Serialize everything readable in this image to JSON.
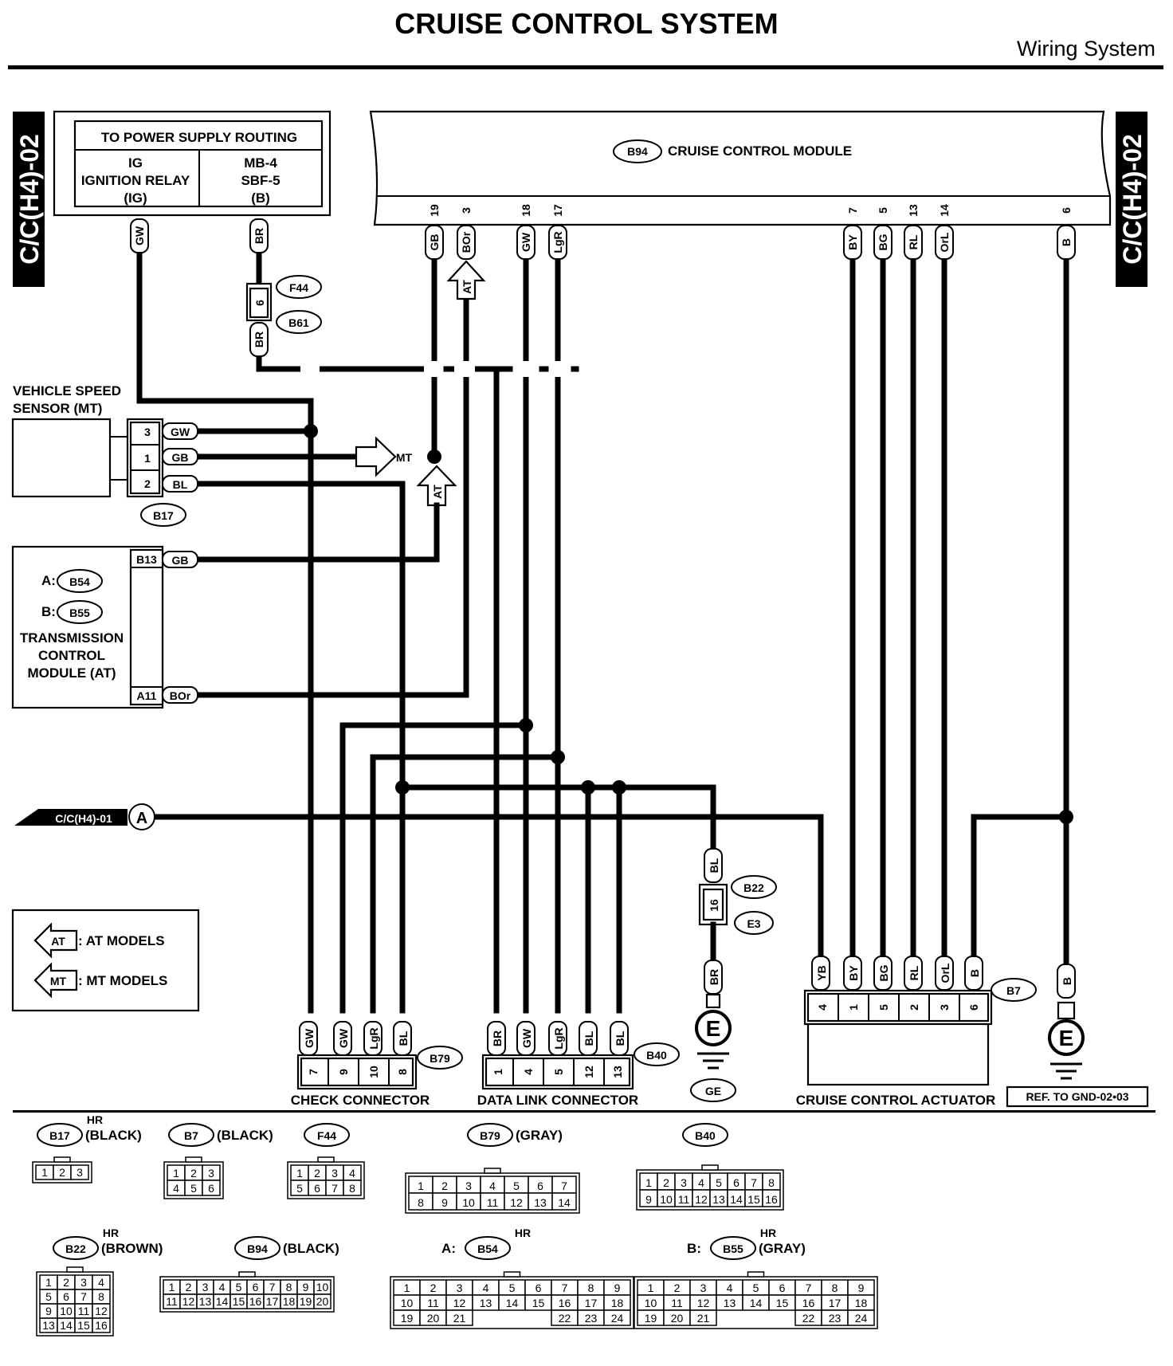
{
  "header": {
    "title": "CRUISE CONTROL SYSTEM",
    "subtitle": "Wiring System"
  },
  "tabs": {
    "left": "C/C(H4)-02",
    "right": "C/C(H4)-02"
  },
  "power": {
    "title": "TO POWER SUPPLY ROUTING",
    "ig_line1": "IG",
    "ig_line2": "IGNITION RELAY",
    "ig_line3": "(IG)",
    "mb_line1": "MB-4",
    "mb_line2": "SBF-5",
    "mb_line3": "(B)"
  },
  "module": {
    "id": "B94",
    "name": "CRUISE CONTROL MODULE"
  },
  "module_pins": [
    {
      "pin": "19",
      "wire": "GB"
    },
    {
      "pin": "3",
      "wire": "BOr"
    },
    {
      "pin": "18",
      "wire": "GW"
    },
    {
      "pin": "17",
      "wire": "LgR"
    },
    {
      "pin": "7",
      "wire": "BY"
    },
    {
      "pin": "5",
      "wire": "BG"
    },
    {
      "pin": "13",
      "wire": "RL"
    },
    {
      "pin": "14",
      "wire": "OrL"
    },
    {
      "pin": "6",
      "wire": "B"
    }
  ],
  "power_wires": {
    "ig": "GW",
    "mb": "BR",
    "mb_below": "BR"
  },
  "fuse_conn": {
    "pin": "6",
    "upper": "F44",
    "lower": "B61"
  },
  "at_marker": "AT",
  "mt_marker": "MT",
  "vss": {
    "title_line1": "VEHICLE SPEED",
    "title_line2": "SENSOR (MT)",
    "connector": "B17",
    "pins": [
      {
        "pin": "3",
        "wire": "GW"
      },
      {
        "pin": "1",
        "wire": "GB"
      },
      {
        "pin": "2",
        "wire": "BL"
      }
    ]
  },
  "tcm": {
    "a_label": "A:",
    "a_conn": "B54",
    "b_label": "B:",
    "b_conn": "B55",
    "name_line1": "TRANSMISSION",
    "name_line2": "CONTROL",
    "name_line3": "MODULE (AT)",
    "pin1": "B13",
    "wire1": "GB",
    "pin2": "A11",
    "wire2": "BOr"
  },
  "crossref": {
    "label": "C/C(H4)-01",
    "circle": "A"
  },
  "legend": {
    "at_icon": "AT",
    "at_text": ": AT MODELS",
    "mt_icon": "MT",
    "mt_text": ": MT MODELS"
  },
  "check_connector": {
    "name": "CHECK CONNECTOR",
    "id": "B79",
    "pins": [
      {
        "wire": "GW",
        "pin": "7"
      },
      {
        "wire": "GW",
        "pin": "9"
      },
      {
        "wire": "LgR",
        "pin": "10"
      },
      {
        "wire": "BL",
        "pin": "8"
      }
    ]
  },
  "data_link": {
    "name": "DATA LINK CONNECTOR",
    "id": "B40",
    "pins": [
      {
        "wire": "BR",
        "pin": "1"
      },
      {
        "wire": "GW",
        "pin": "4"
      },
      {
        "wire": "LgR",
        "pin": "5"
      },
      {
        "wire": "BL",
        "pin": "12"
      },
      {
        "wire": "BL",
        "pin": "13"
      }
    ]
  },
  "ground_e3": {
    "wire_top": "BL",
    "pin": "16",
    "conn_upper": "B22",
    "conn_lower": "E3",
    "wire_bottom": "BR",
    "ground": "E",
    "ground_name": "GE"
  },
  "actuator": {
    "name": "CRUISE CONTROL ACTUATOR",
    "id": "B7",
    "pins": [
      {
        "wire": "YB",
        "pin": "4"
      },
      {
        "wire": "BY",
        "pin": "1"
      },
      {
        "wire": "BG",
        "pin": "5"
      },
      {
        "wire": "RL",
        "pin": "2"
      },
      {
        "wire": "OrL",
        "pin": "3"
      },
      {
        "wire": "B",
        "pin": "6"
      }
    ]
  },
  "ground_right": {
    "wire": "B",
    "ground": "E",
    "ref": "REF. TO GND-02•03"
  },
  "connector_views": [
    {
      "id": "B17",
      "hr": "HR",
      "color": "(BLACK)",
      "rows": [
        [
          "1",
          "2",
          "3"
        ]
      ]
    },
    {
      "id": "B7",
      "color": "(BLACK)",
      "rows": [
        [
          "1",
          "2",
          "3"
        ],
        [
          "4",
          "5",
          "6"
        ]
      ]
    },
    {
      "id": "F44",
      "color": "",
      "rows": [
        [
          "1",
          "2",
          "3",
          "4"
        ],
        [
          "5",
          "6",
          "7",
          "8"
        ]
      ]
    },
    {
      "id": "B79",
      "color": "(GRAY)",
      "rows": [
        [
          "1",
          "2",
          "3",
          "4",
          "5",
          "6",
          "7"
        ],
        [
          "8",
          "9",
          "10",
          "11",
          "12",
          "13",
          "14"
        ]
      ]
    },
    {
      "id": "B40",
      "color": "",
      "rows": [
        [
          "1",
          "2",
          "3",
          "4",
          "5",
          "6",
          "7",
          "8"
        ],
        [
          "9",
          "10",
          "11",
          "12",
          "13",
          "14",
          "15",
          "16"
        ]
      ]
    },
    {
      "id": "B22",
      "hr": "HR",
      "color": "(BROWN)",
      "rows": [
        [
          "1",
          "2",
          "3",
          "4"
        ],
        [
          "5",
          "6",
          "7",
          "8"
        ],
        [
          "9",
          "10",
          "11",
          "12"
        ],
        [
          "13",
          "14",
          "15",
          "16"
        ]
      ]
    },
    {
      "id": "B94",
      "color": "(BLACK)",
      "rows": [
        [
          "1",
          "2",
          "3",
          "4",
          "5",
          "6",
          "7",
          "8",
          "9",
          "10"
        ],
        [
          "11",
          "12",
          "13",
          "14",
          "15",
          "16",
          "17",
          "18",
          "19",
          "20"
        ]
      ]
    },
    {
      "id": "B54",
      "prefix": "A:",
      "hr": "HR",
      "color": "",
      "rows": [
        [
          "1",
          "2",
          "3",
          "4",
          "5",
          "6",
          "7",
          "8",
          "9"
        ],
        [
          "10",
          "11",
          "12",
          "13",
          "14",
          "15",
          "16",
          "17",
          "18"
        ],
        [
          "19",
          "20",
          "21",
          "22",
          "23",
          "24"
        ]
      ]
    },
    {
      "id": "B55",
      "prefix": "B:",
      "hr": "HR",
      "color": "(GRAY)",
      "rows": [
        [
          "1",
          "2",
          "3",
          "4",
          "5",
          "6",
          "7",
          "8",
          "9"
        ],
        [
          "10",
          "11",
          "12",
          "13",
          "14",
          "15",
          "16",
          "17",
          "18"
        ],
        [
          "19",
          "20",
          "21",
          "22",
          "23",
          "24"
        ]
      ]
    }
  ],
  "icons": {
    "arrow": "arrow-icon",
    "ground": "ground-icon",
    "junction": "junction-dot-icon"
  }
}
